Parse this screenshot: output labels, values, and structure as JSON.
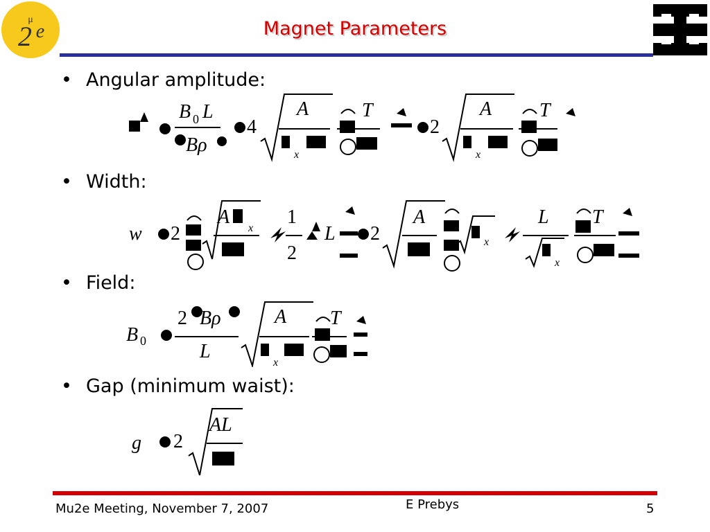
{
  "header": {
    "title": "Magnet Parameters"
  },
  "bullets": [
    {
      "label": "Angular amplitude:"
    },
    {
      "label": "Width:"
    },
    {
      "label": "Field:"
    },
    {
      "label": "Gap (minimum waist):"
    }
  ],
  "equations": {
    "angular": {
      "b0": "B",
      "sub0": "0",
      "l": "L",
      "bp": "Bρ",
      "four": "4",
      "two": "2",
      "a": "A",
      "t": "T",
      "x": "x"
    },
    "width": {
      "w": "w",
      "two": "2",
      "one": "1",
      "two_den": "2",
      "a": "A",
      "l": "L",
      "t": "T",
      "x": "x"
    },
    "field": {
      "b0": "B",
      "sub0": "0",
      "two": "2",
      "bp": "Bρ",
      "l": "L",
      "a": "A",
      "t": "T",
      "x": "x"
    },
    "gap": {
      "g": "g",
      "two": "2",
      "al": "AL"
    }
  },
  "footer": {
    "meeting": "Mu2e Meeting, November 7, 2007",
    "author": "E Prebys",
    "page": "5"
  },
  "colors": {
    "title": "#d40000",
    "title_rule": "#2b2f9a",
    "footer_rule": "#d40000",
    "logo": "#f6c91c"
  },
  "icons": {
    "left_logo": "mu2e-logo-icon",
    "right_logo": "fermilab-logo-icon"
  }
}
